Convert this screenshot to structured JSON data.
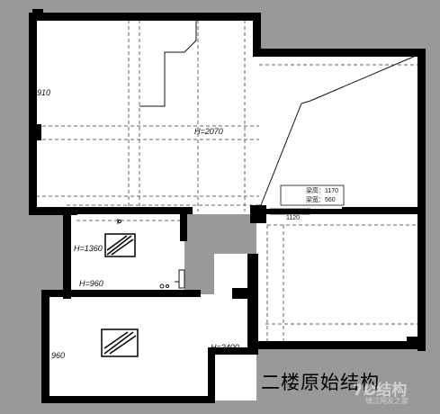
{
  "plan": {
    "title": "二楼原始结构",
    "labels": {
      "top_left_dim": "910",
      "ceiling_height_main": "H=2070",
      "beam_height_1": "梁高：1170",
      "beam_height_2": "梁宽：560",
      "beam_span": "1120",
      "bath_height": "H=1360",
      "bath_left_dim": "H=960",
      "bedroom_left_dim": "960",
      "bedroom_height": "H=3400"
    }
  },
  "watermark": {
    "logo": "7Ø结构",
    "subtitle": "镇江网友之家"
  },
  "colors": {
    "background": "#999999",
    "floor": "#ffffff",
    "wall": "#000000",
    "dashed": "#666666"
  }
}
